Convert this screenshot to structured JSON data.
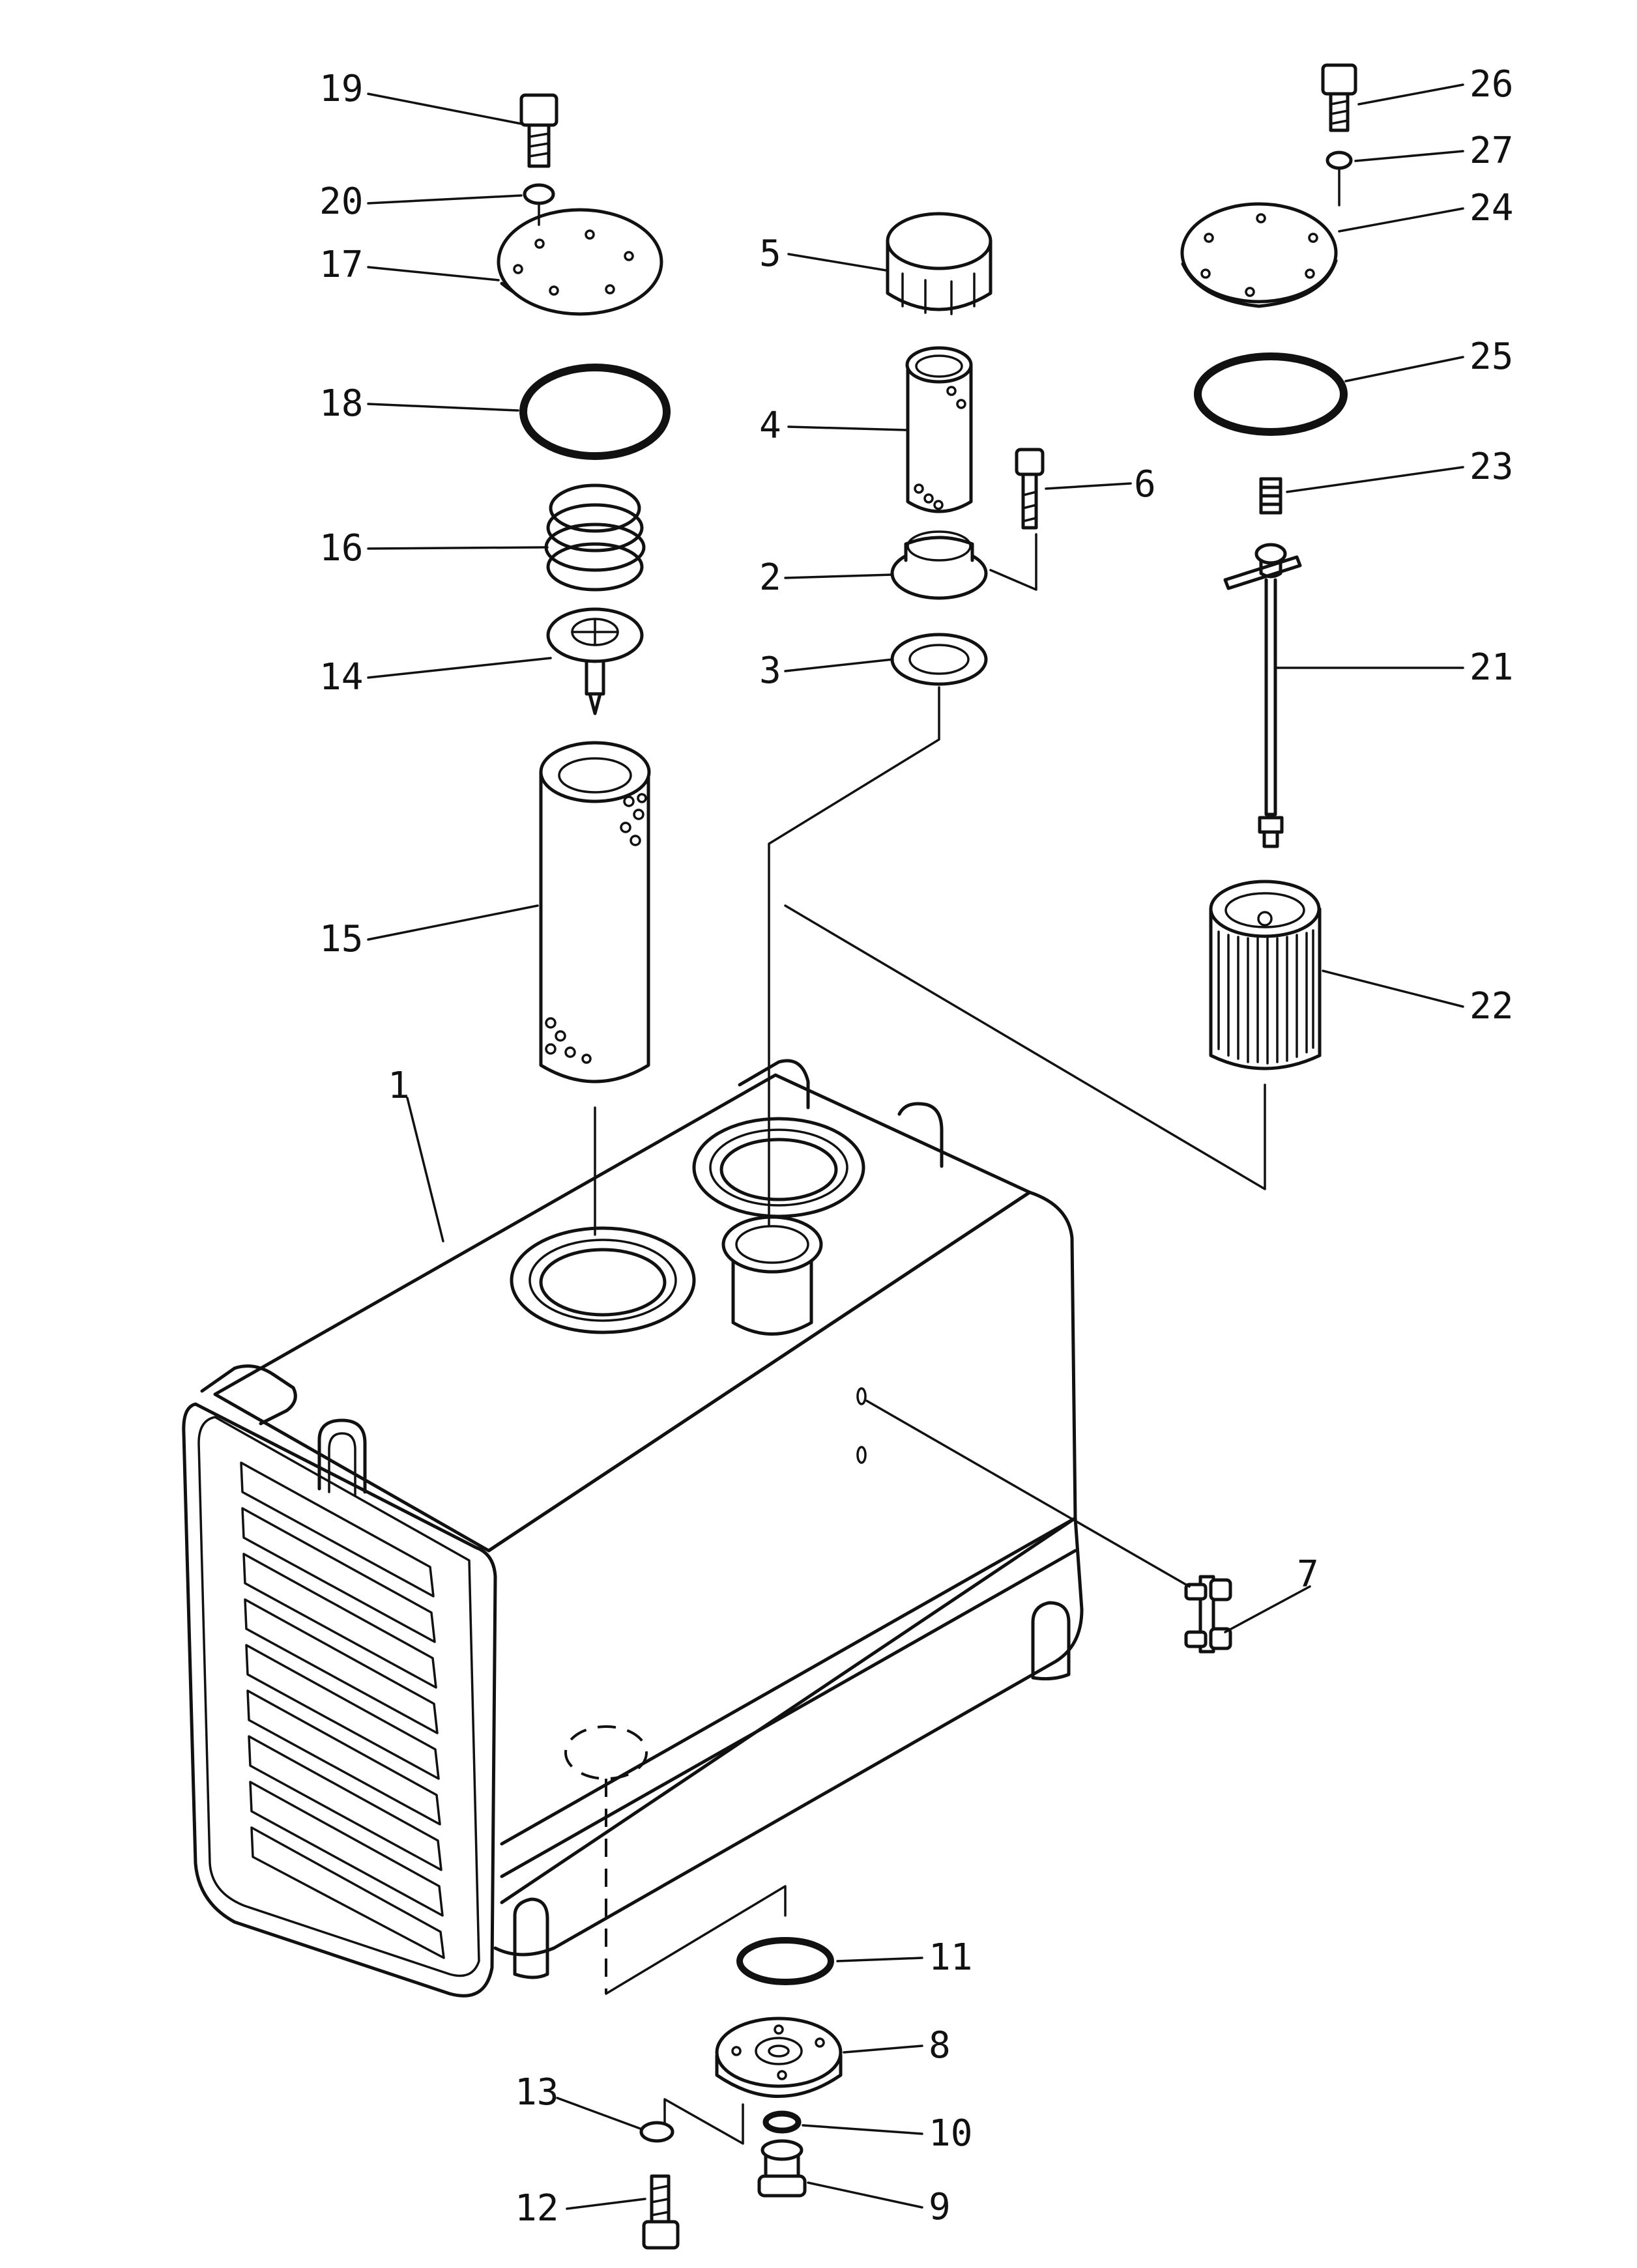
{
  "part_labels": {
    "p1": "1",
    "p2": "2",
    "p3": "3",
    "p4": "4",
    "p5": "5",
    "p6": "6",
    "p7": "7",
    "p8": "8",
    "p9": "9",
    "p10": "10",
    "p11": "11",
    "p12": "12",
    "p13": "13",
    "p14": "14",
    "p15": "15",
    "p16": "16",
    "p17": "17",
    "p18": "18",
    "p19": "19",
    "p20": "20",
    "p21": "21",
    "p22": "22",
    "p23": "23",
    "p24": "24",
    "p25": "25",
    "p26": "26",
    "p27": "27"
  }
}
